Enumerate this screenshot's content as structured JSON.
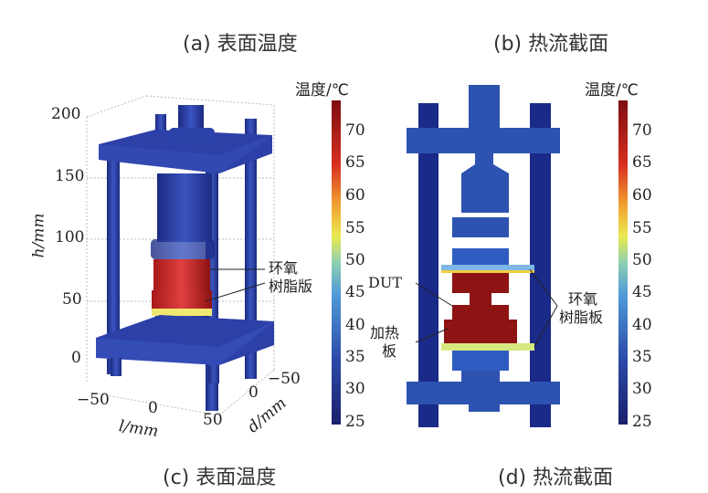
{
  "captions": {
    "a": "(a) 表面温度",
    "b": "(b) 热流截面",
    "c": "(c) 表面温度",
    "d": "(d) 热流截面"
  },
  "left_plot": {
    "h_ticks": [
      "200",
      "150",
      "100",
      "50",
      "0"
    ],
    "h_label": "h/mm",
    "l_ticks": [
      "−50",
      "0",
      "50"
    ],
    "l_label": "l/mm",
    "d_ticks": [
      "−50",
      "0"
    ],
    "d_label": "d/mm",
    "annotation_line1": "环氧",
    "annotation_line2": "树脂版"
  },
  "right_plot": {
    "dut_label": "DUT",
    "heater_line1": "加热",
    "heater_line2": "板",
    "epoxy_line1": "环氧",
    "epoxy_line2": "树脂板"
  },
  "colorbar": {
    "title": "温度/℃",
    "ticks": [
      "70",
      "65",
      "60",
      "55",
      "50",
      "45",
      "40",
      "35",
      "30",
      "25"
    ],
    "colors": {
      "low": "#1a1f6b",
      "mid": "#3f7fd0",
      "midhigh": "#f2e84a",
      "high": "#8e1212"
    }
  }
}
